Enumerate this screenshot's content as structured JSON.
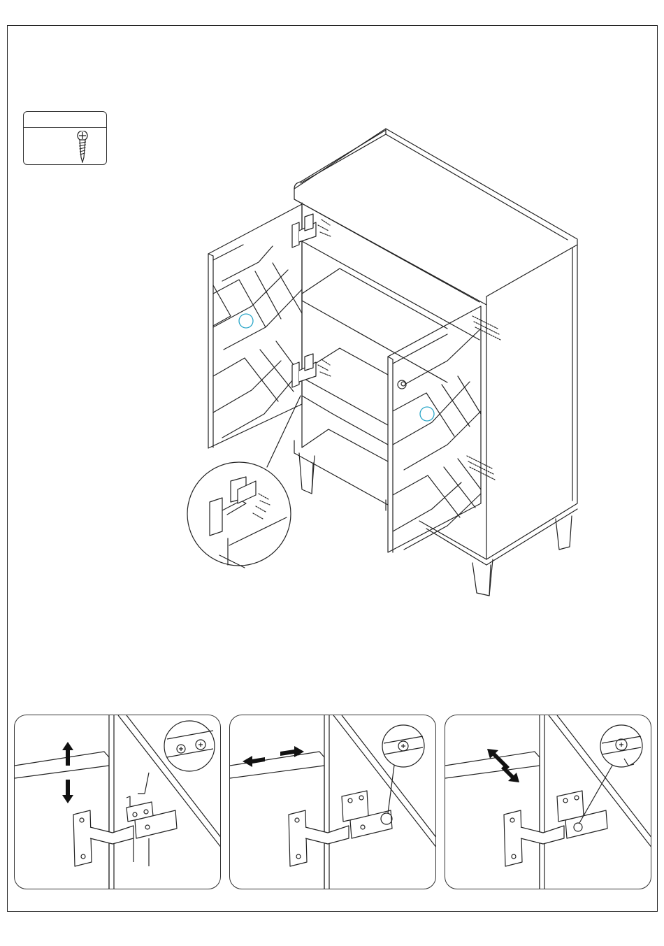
{
  "page": {
    "parts_box": {
      "quantity_label": "",
      "icon": "screw-icon"
    },
    "main_illustration": {
      "subject": "cabinet-with-two-open-doors",
      "callout_marker_color": "#2aa6c8"
    },
    "adjustment_panels": [
      {
        "id": "vertical",
        "arrow_icon": "vertical-double-arrow-icon"
      },
      {
        "id": "horizontal",
        "arrow_icon": "horizontal-double-arrow-icon"
      },
      {
        "id": "depth",
        "arrow_icon": "diagonal-double-arrow-icon"
      }
    ],
    "colors": {
      "line": "#222222",
      "accent": "#2aa6c8",
      "background": "#ffffff"
    }
  }
}
